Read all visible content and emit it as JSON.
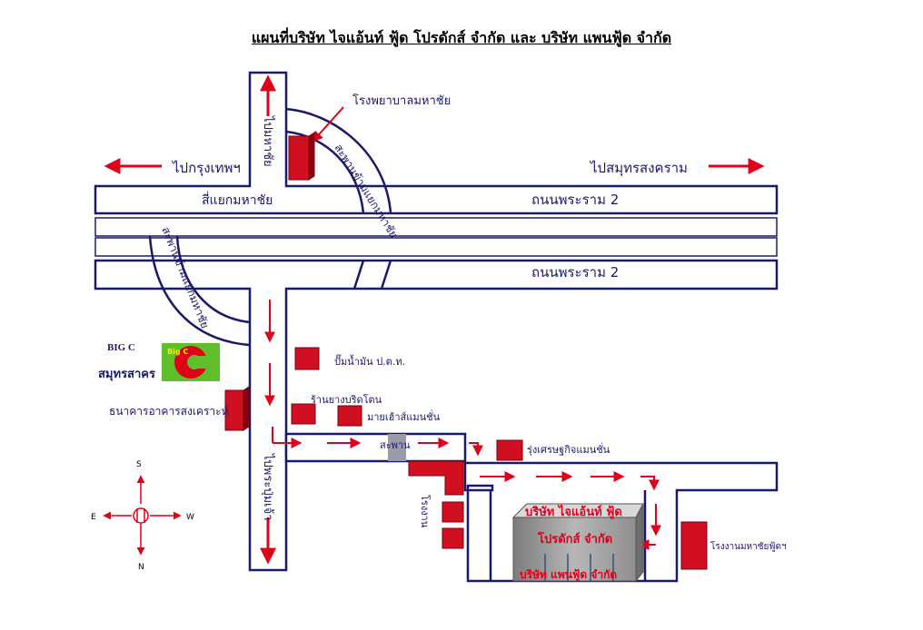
{
  "title": "แผนที่บริษัท ไจแอ้นท์ ฟู้ด โปรดักส์ จำกัด และ บริษัท แพนฟู้ด จำกัด",
  "directions": {
    "bangkok": "ไปกรุงเทพฯ",
    "samut_songkhram": "ไปสมุทรสงคราม",
    "maha_chai_north": "ไปมหาชัย",
    "pomprachul": "ไปพระปุ่มเจ้า"
  },
  "roads": {
    "rama2_upper": "ถนนพระราม 2",
    "rama2_lower": "ถนนพระราม 2",
    "intersection": "สี่แยกมหาชัย",
    "flyover_right": "สะพานข้ามแยกมหาชัย",
    "flyover_left": "สะพานข้ามแยกมหาชัย",
    "bridge": "สะพาน"
  },
  "landmarks": {
    "hospital": "โรงพยาบาลมหาชัย",
    "bigc_title": "BIG C",
    "bigc_logo": "Big C",
    "bigc_place": "สมุทรสาคร",
    "bank": "ธนาคารอาคารสงเคราะห์",
    "gas_station": "ปั๊มน้ำมัน ป.ต.ท.",
    "tire_shop": "ร้านยางบริดโตน",
    "mansion1": "มายเฮ้าส์แมนชั่น",
    "mansion2": "รุ่งเศรษฐกิจแมนชั่น",
    "factory": "โรงงาน",
    "mahachai_factory": "โรงงานมหาชัยฟู้ดฯ"
  },
  "company": {
    "line1": "บริษัท ไจแอ้นท์ ฟู้ด",
    "line2": "โปรดักส์ จำกัด",
    "line3": "บริษัท แพนฟู้ด จำกัด"
  },
  "compass": {
    "north": "S",
    "south": "N",
    "east": "E",
    "west": "W"
  },
  "colors": {
    "road": "#1a1a6b",
    "arrow": "#e0001a",
    "building": "#d01020"
  }
}
